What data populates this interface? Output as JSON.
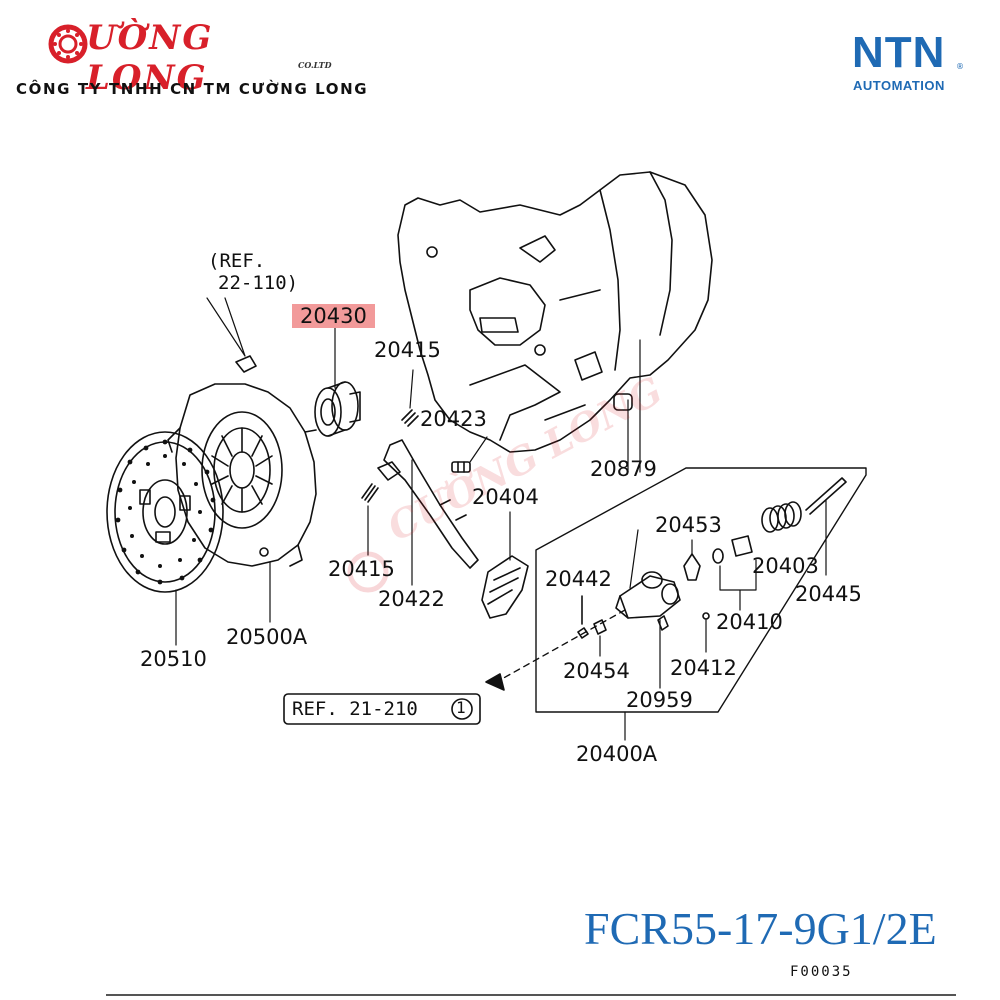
{
  "header": {
    "logo_text": "ƯỜNG LONG",
    "logo_suffix": "CO.LTD",
    "company_name": "CÔNG TY TNHH CN TM CƯỜNG LONG",
    "brand_name": "NTN",
    "brand_registered": "®",
    "brand_tagline": "AUTOMATION"
  },
  "diagram": {
    "labels": {
      "ref_22_line1": "(REF.",
      "ref_22_line2": "22-110)",
      "p20430": "20430",
      "p20415_top": "20415",
      "p20423": "20423",
      "p20879": "20879",
      "p20404": "20404",
      "p20453": "20453",
      "p20403": "20403",
      "p20445": "20445",
      "p20442": "20442",
      "p20410": "20410",
      "p20415_bottom": "20415",
      "p20422": "20422",
      "p20510": "20510",
      "p20500A": "20500A",
      "p20454": "20454",
      "p20412": "20412",
      "p20959": "20959",
      "p20400A": "20400A",
      "ref_21": "REF. 21-210",
      "ref_21_circle": "1"
    },
    "highlight_color": "#f29a9a",
    "watermark": "CƯỜNG LONG"
  },
  "footer": {
    "model_number": "FCR55-17-9G1/2E",
    "figure_code": "F00035"
  }
}
